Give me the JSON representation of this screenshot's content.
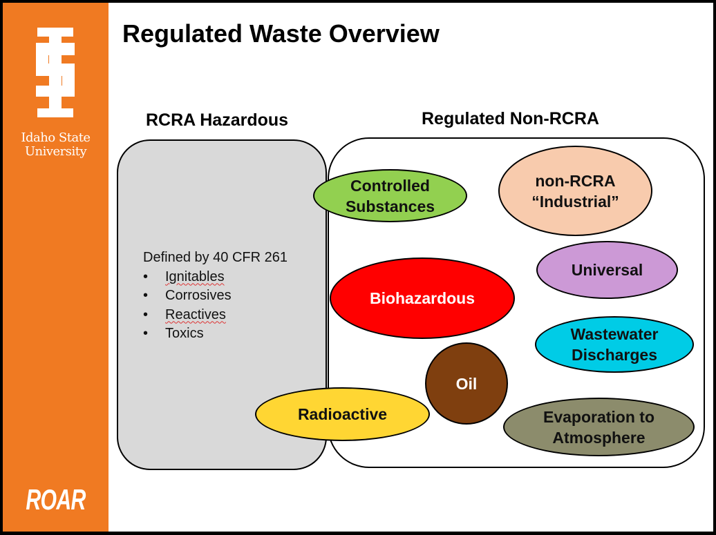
{
  "sidebar": {
    "logo_icon": "isu-logo-icon",
    "university_line1": "Idaho State",
    "university_line2": "University",
    "roar": "ROAR",
    "color": "#f07a22"
  },
  "title": "Regulated Waste Overview",
  "rcra": {
    "heading": "RCRA Hazardous",
    "definition": "Defined by 40 CFR 261",
    "items": [
      "Ignitables",
      "Corrosives",
      "Reactives",
      "Toxics"
    ]
  },
  "non_rcra": {
    "heading": "Regulated Non-RCRA",
    "categories": [
      {
        "line1": "Controlled",
        "line2": "Substances",
        "color": "#92d050"
      },
      {
        "line1": "non-RCRA",
        "line2": "“Industrial”",
        "color": "#f8cbad"
      },
      {
        "line1": "Universal",
        "color": "#cc99d6"
      },
      {
        "line1": "Biohazardous",
        "color": "#ff0000"
      },
      {
        "line1": "Wastewater",
        "line2": "Discharges",
        "color": "#00cce6"
      },
      {
        "line1": "Oil",
        "color": "#7f3f0f"
      },
      {
        "line1": "Radioactive",
        "color": "#ffd633"
      },
      {
        "line1": "Evaporation to",
        "line2": "Atmosphere",
        "color": "#8c8c6c"
      }
    ]
  }
}
